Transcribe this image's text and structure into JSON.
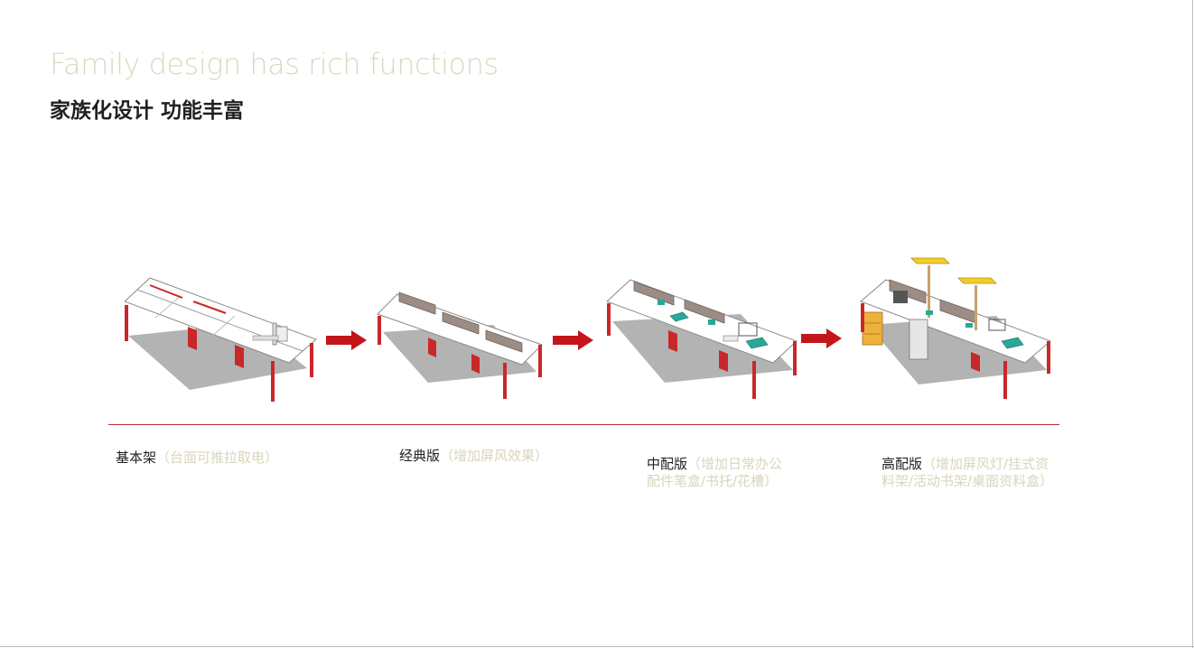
{
  "title_en": "Family design has rich functions",
  "title_cn": "家族化设计  功能丰富",
  "colors": {
    "accent_red": "#c8282a",
    "title_beige": "#ddd8c0",
    "note_beige": "#d9d5bd",
    "text_dark": "#231f1c",
    "lamp_yellow": "#f2cd2a",
    "accessory_teal": "#2aa79a"
  },
  "variants": [
    {
      "name": "基本架",
      "note": "（台面可推拉取电）",
      "note_lines": []
    },
    {
      "name": "经典版",
      "note": "（增加屏风效果）",
      "note_lines": []
    },
    {
      "name": "中配版",
      "note": "",
      "note_lines": [
        "（增加日常办公",
        "配件笔盒/书托/花槽）"
      ]
    },
    {
      "name": "高配版",
      "note": "",
      "note_lines": [
        "（增加屏风灯/挂式资",
        "料架/活动书架/桌面资料盒）"
      ]
    }
  ],
  "icons": [
    "arrow-right-icon",
    "desk-illustration"
  ]
}
